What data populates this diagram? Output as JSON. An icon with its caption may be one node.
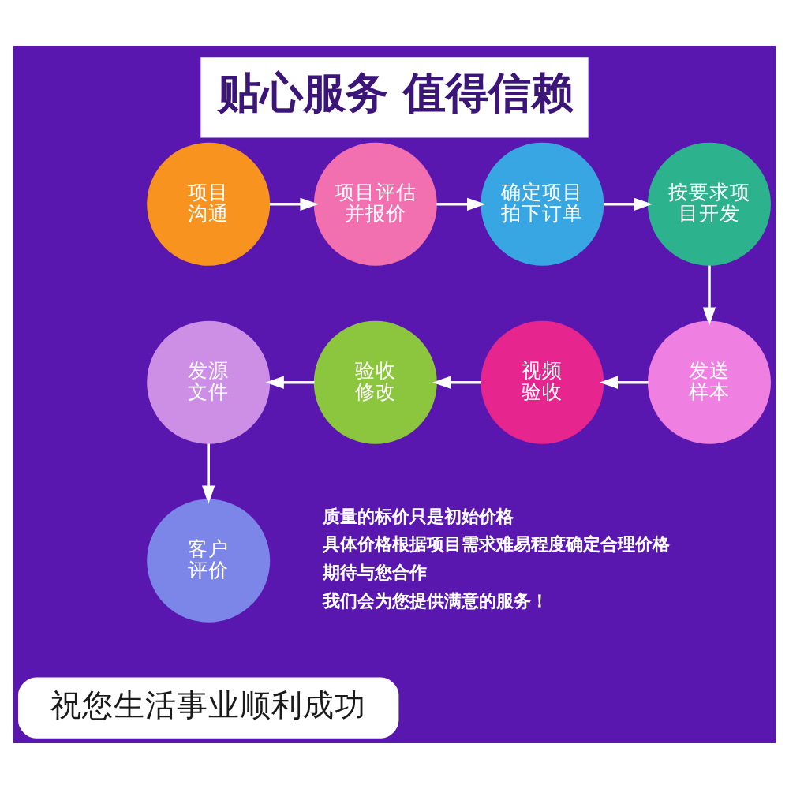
{
  "diagram": {
    "title": "贴心服务 值得信赖",
    "nodes": [
      {
        "text": [
          "项目沟通"
        ]
      },
      {
        "text": [
          "项目评估并报价"
        ]
      },
      {
        "text": [
          "确定项目拍下订单"
        ]
      },
      {
        "text": [
          "按要求项目开发"
        ]
      },
      {
        "text": [
          "发源文件"
        ]
      },
      {
        "text": [
          "验收修改"
        ]
      },
      {
        "text": [
          "视频验收"
        ]
      },
      {
        "text": [
          "发送样本"
        ]
      },
      {
        "text": [
          "客户评价"
        ]
      },
      {
        "text": [
          "祝您生活事业顺利成功"
        ]
      }
    ],
    "edges": [
      {
        "from": 0,
        "to": 1,
        "arrow": "to"
      },
      {
        "from": 1,
        "to": 2,
        "arrow": "to"
      },
      {
        "from": 2,
        "to": 3,
        "arrow": "to"
      },
      {
        "from": 3,
        "to": 7,
        "arrow": "to"
      },
      {
        "from": 7,
        "to": 6,
        "arrow": "to"
      },
      {
        "from": 6,
        "to": 5,
        "arrow": "to"
      },
      {
        "from": 5,
        "to": 4,
        "arrow": "to"
      },
      {
        "from": 4,
        "to": 8,
        "arrow": "to"
      }
    ],
    "labels": [
      "质量的标价只是初始价格",
      "具体价格根据项目需求难易程度确定合理价格",
      "期待与您合作",
      "我们会为您提供满意的服务！"
    ]
  }
}
